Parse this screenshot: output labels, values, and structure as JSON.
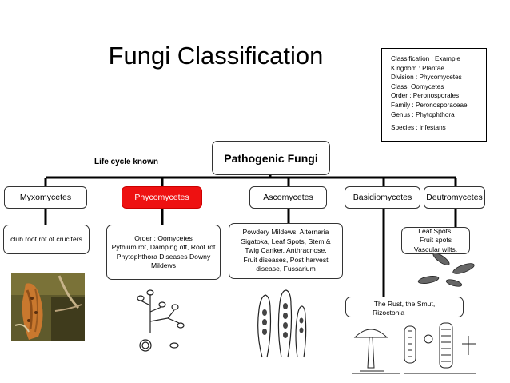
{
  "title": "Fungi Classification",
  "classification": {
    "lines": [
      "Classification   : Example",
      "Kingdom : Plantae",
      "Division : Phycomycetes",
      "Class: Oomycetes",
      "Order : Peronosporales",
      "Family : Peronosporaceae",
      "Genus : Phytophthora"
    ],
    "species": "Species : infestans"
  },
  "life_cycle_label": "Life cycle known",
  "root": "Pathogenic Fungi",
  "groups": [
    {
      "label": "Myxomycetes",
      "highlight": false
    },
    {
      "label": "Phycomycetes",
      "highlight": true
    },
    {
      "label": "Ascomycetes",
      "highlight": false
    },
    {
      "label": "Basidiomycetes",
      "highlight": false
    },
    {
      "label": "Deutromycetes",
      "highlight": false
    }
  ],
  "descriptions": {
    "myxomycetes": [
      "club root rot of crucifers"
    ],
    "phycomycetes": [
      "Order : Oomycetes",
      "Pythium rot, Damping off, Root rot",
      "Phytophthora Diseases Downy",
      "Mildews"
    ],
    "ascomycetes": [
      "Powdery Mildews,  Alternaria",
      "Sigatoka, Leaf Spots, Stem &",
      "Twig Canker, Anthracnose,",
      "Fruit diseases, Post harvest",
      "disease, Fussarium"
    ],
    "deutromycetes": [
      "Leaf Spots,",
      "Fruit spots",
      "Vascular wilts."
    ],
    "basidiomycetes": [
      "The Rust, the Smut,",
      "Rizoctonia"
    ]
  },
  "colors": {
    "highlight": "#ee1111"
  }
}
